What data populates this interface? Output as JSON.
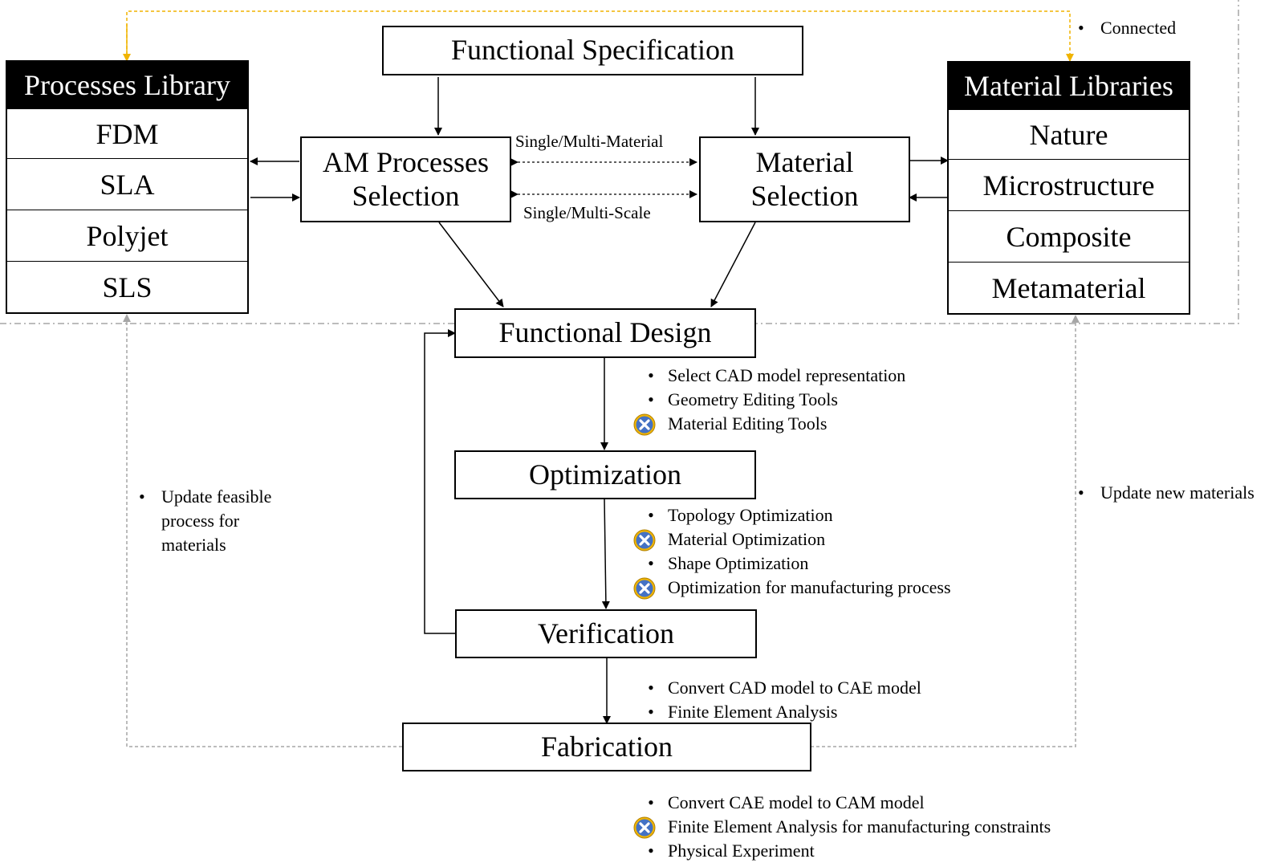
{
  "nodes": {
    "functional_spec": "Functional Specification",
    "am_selection": "AM Processes Selection",
    "material_selection": "Material Selection",
    "functional_design": "Functional Design",
    "optimization": "Optimization",
    "verification": "Verification",
    "fabrication": "Fabrication"
  },
  "processes_library": {
    "title": "Processes Library",
    "items": [
      "FDM",
      "SLA",
      "Polyjet",
      "SLS"
    ]
  },
  "material_libraries": {
    "title": "Material Libraries",
    "items": [
      "Nature",
      "Microstructure",
      "Composite",
      "Metamaterial"
    ]
  },
  "edge_labels": {
    "multi_material": "Single/Multi-Material",
    "multi_scale": "Single/Multi-Scale"
  },
  "notes": {
    "connected": "Connected",
    "update_feasible": "Update feasible process for materials",
    "update_materials": "Update new materials"
  },
  "design_items": [
    {
      "text": "Select CAD model representation",
      "marker": "bullet"
    },
    {
      "text": "Geometry Editing Tools",
      "marker": "bullet"
    },
    {
      "text": "Material Editing Tools",
      "marker": "x-icon"
    }
  ],
  "optimization_items": [
    {
      "text": "Topology Optimization",
      "marker": "bullet"
    },
    {
      "text": "Material Optimization",
      "marker": "x-icon"
    },
    {
      "text": "Shape Optimization",
      "marker": "bullet"
    },
    {
      "text": "Optimization for manufacturing process",
      "marker": "x-icon"
    }
  ],
  "verification_items": [
    {
      "text": "Convert CAD model to CAE model",
      "marker": "bullet"
    },
    {
      "text": "Finite Element Analysis",
      "marker": "bullet"
    }
  ],
  "fabrication_items": [
    {
      "text": "Convert CAE model to CAM model",
      "marker": "bullet"
    },
    {
      "text": "Finite Element Analysis for manufacturing constraints",
      "marker": "x-icon"
    },
    {
      "text": "Physical Experiment",
      "marker": "bullet"
    }
  ],
  "colors": {
    "connected_line": "#f0b400",
    "feedback_line": "#a6a6a6",
    "x_icon_fill": "#4472c4",
    "x_icon_ring": "#f0b400"
  }
}
